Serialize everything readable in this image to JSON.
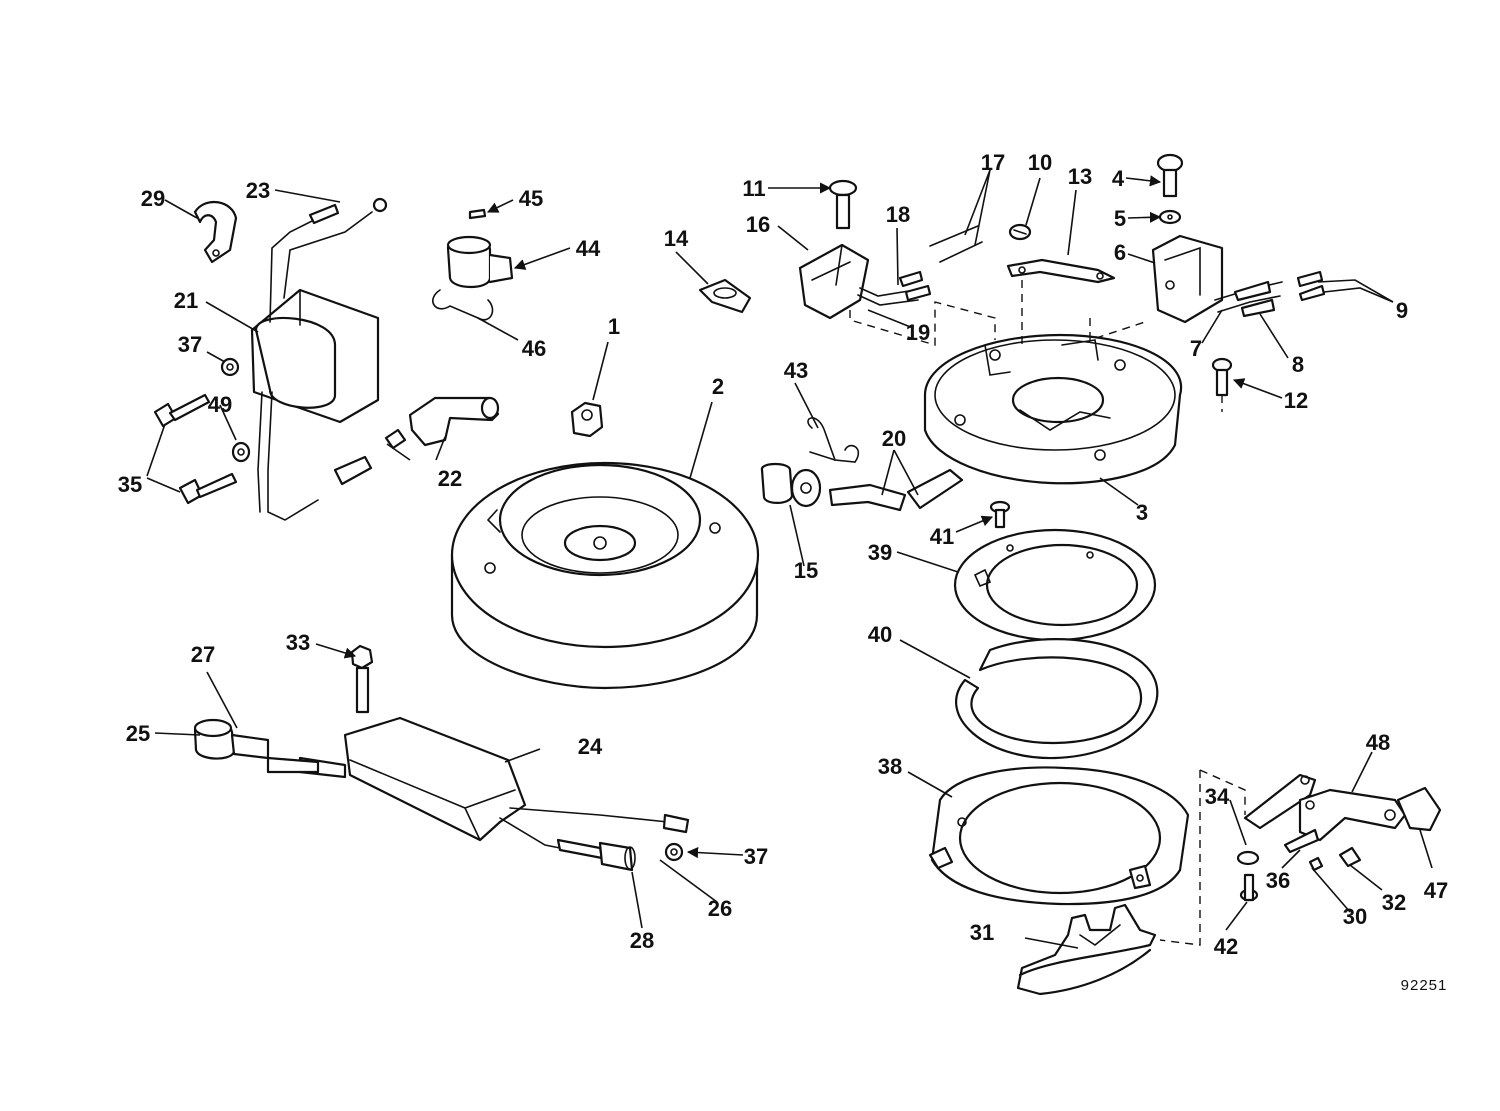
{
  "callouts": [
    "1",
    "2",
    "3",
    "4",
    "5",
    "6",
    "7",
    "8",
    "9",
    "10",
    "11",
    "12",
    "13",
    "14",
    "15",
    "16",
    "17",
    "18",
    "19",
    "20",
    "21",
    "22",
    "23",
    "24",
    "25",
    "26",
    "27",
    "28",
    "29",
    "30",
    "31",
    "32",
    "33",
    "34",
    "35",
    "36",
    "37",
    "38",
    "39",
    "40",
    "41",
    "42",
    "43",
    "44",
    "45",
    "46",
    "47",
    "48",
    "49"
  ],
  "drawing_number": "92251",
  "colors": {
    "ink": "#111111",
    "paper": "#ffffff"
  }
}
